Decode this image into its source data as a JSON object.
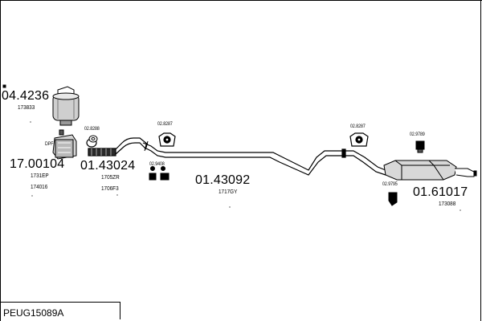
{
  "diagram": {
    "part_code": "PEUG15089A",
    "parts": [
      {
        "number": "04.4236",
        "ref": "173833"
      },
      {
        "number": "17.00104",
        "ref": "1731EP",
        "ref2": "174016",
        "badge": "DPF"
      },
      {
        "number": "01.43024",
        "ref": "1705ZR",
        "ref2": "1706F3"
      },
      {
        "number": "01.43092",
        "ref": "1717GY"
      },
      {
        "number": "01.61017",
        "ref": "173088"
      }
    ],
    "fittings": [
      {
        "number": "02.8288"
      },
      {
        "number": "02.8287"
      },
      {
        "number": "02.9408"
      },
      {
        "number": "02.8287"
      },
      {
        "number": "02.9789"
      },
      {
        "number": "02.9795"
      }
    ]
  }
}
